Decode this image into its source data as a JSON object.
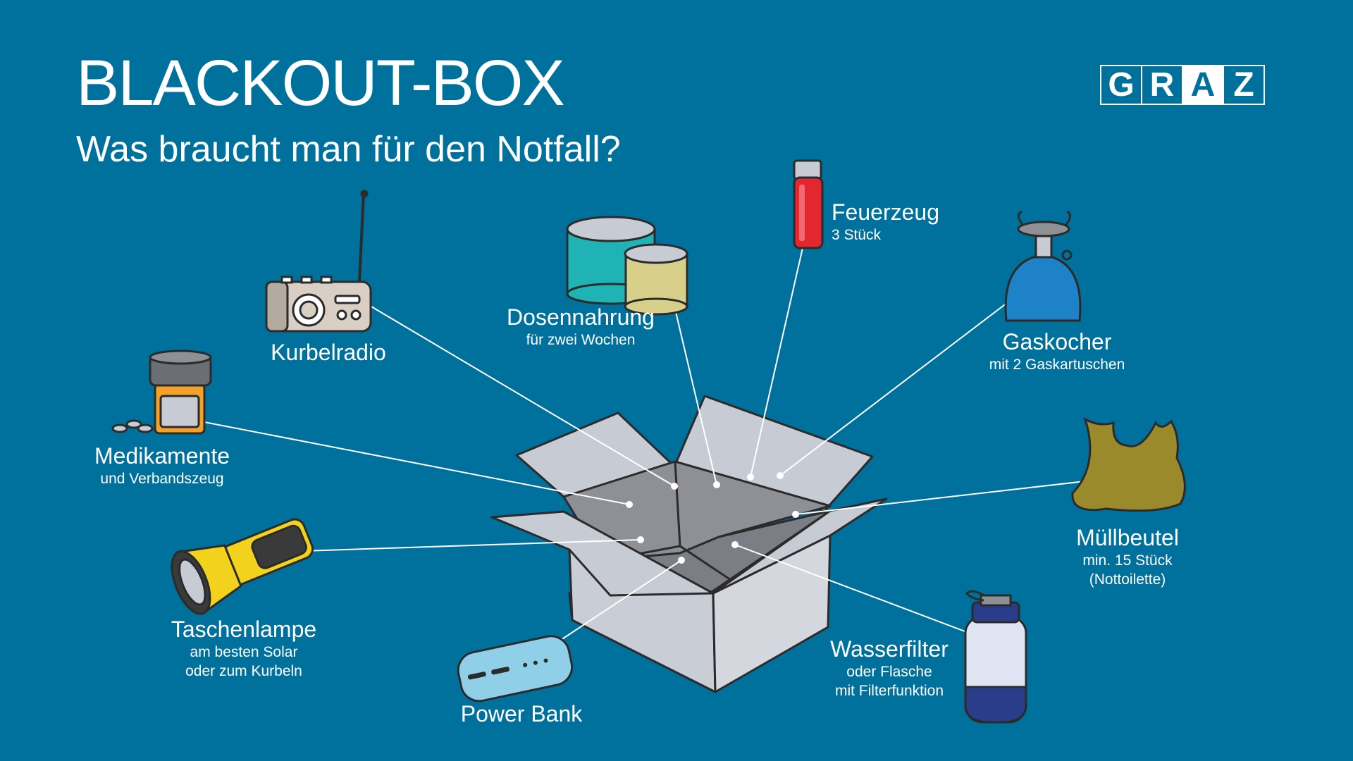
{
  "header": {
    "title": "BLACKOUT-BOX",
    "subtitle": "Was braucht man für den Notfall?"
  },
  "logo": {
    "letters": [
      "G",
      "R",
      "A",
      "Z"
    ]
  },
  "items": {
    "kurbelradio": {
      "name": "Kurbelradio",
      "note": ""
    },
    "dosennahrung": {
      "name": "Dosennahrung",
      "note": "für zwei Wochen"
    },
    "feuerzeug": {
      "name": "Feuerzeug",
      "note": "3 Stück"
    },
    "gaskocher": {
      "name": "Gaskocher",
      "note": "mit 2 Gaskartuschen"
    },
    "medikamente": {
      "name": "Medikamente",
      "note": "und Verbandszeug"
    },
    "muellbeutel": {
      "name": "Müllbeutel",
      "note1": "min. 15 Stück",
      "note2": "(Nottoilette)"
    },
    "taschenlampe": {
      "name": "Taschenlampe",
      "note1": "am besten Solar",
      "note2": "oder zum Kurbeln"
    },
    "wasserfilter": {
      "name": "Wasserfilter",
      "note1": "oder Flasche",
      "note2": "mit Filterfunktion"
    },
    "powerbank": {
      "name": "Power Bank",
      "note": ""
    }
  },
  "colors": {
    "background": "#00709c",
    "box": "#c7cbd4",
    "box_inside": "#8e9096",
    "lighter": "#e3262f",
    "stove": "#1e82c8",
    "bag": "#9a8a2c",
    "flashlight": "#f2d21c",
    "powerbank": "#8fd0e8",
    "bottle": "#dfe4f2",
    "can_teal": "#1fb3b5",
    "can_yellow": "#d8d08a",
    "radio": "#d9cfc4",
    "medicine": "#f3a12a"
  }
}
